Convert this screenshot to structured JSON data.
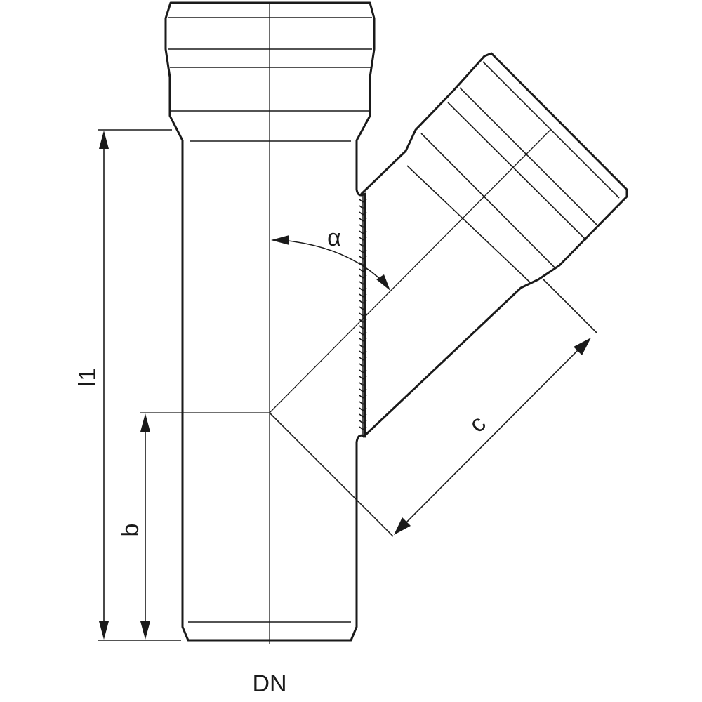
{
  "labels": {
    "alpha": "α",
    "l1": "l1",
    "b": "b",
    "c": "c",
    "dn": "DN"
  }
}
